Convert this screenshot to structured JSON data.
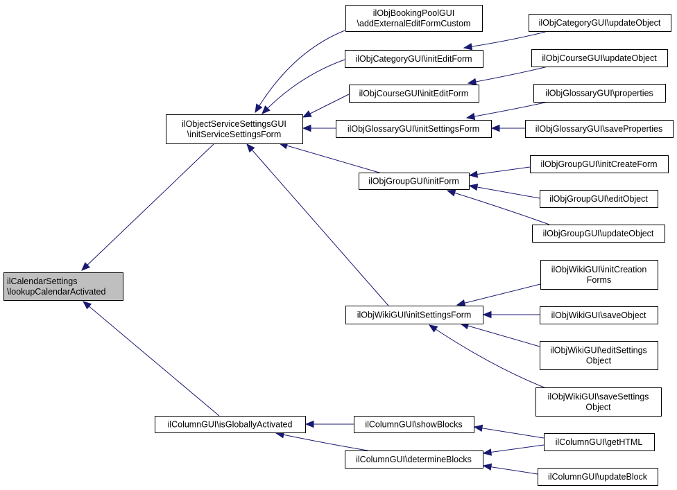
{
  "diagram": {
    "type": "call-graph",
    "edge_color": "#191970",
    "root_fill": "#bfbfbf",
    "nodes": [
      {
        "id": "root",
        "lines": [
          "ilCalendarSettings",
          "\\lookupCalendarActivated"
        ],
        "highlighted": true
      },
      {
        "id": "oss",
        "lines": [
          "ilObjectServiceSettingsGUI",
          "\\initServiceSettingsForm"
        ]
      },
      {
        "id": "colact",
        "lines": [
          "ilColumnGUI\\isGloballyActivated"
        ]
      },
      {
        "id": "booking",
        "lines": [
          "ilObjBookingPoolGUI",
          "\\addExternalEditFormCustom"
        ]
      },
      {
        "id": "catinit",
        "lines": [
          "ilObjCategoryGUI\\initEditForm"
        ]
      },
      {
        "id": "courseinit",
        "lines": [
          "ilObjCourseGUI\\initEditForm"
        ]
      },
      {
        "id": "glossinit",
        "lines": [
          "ilObjGlossaryGUI\\initSettingsForm"
        ]
      },
      {
        "id": "groupinit",
        "lines": [
          "ilObjGroupGUI\\initForm"
        ]
      },
      {
        "id": "wikiinit",
        "lines": [
          "ilObjWikiGUI\\initSettingsForm"
        ]
      },
      {
        "id": "catupd",
        "lines": [
          "ilObjCategoryGUI\\updateObject"
        ]
      },
      {
        "id": "courseupd",
        "lines": [
          "ilObjCourseGUI\\updateObject"
        ]
      },
      {
        "id": "glossprop",
        "lines": [
          "ilObjGlossaryGUI\\properties"
        ]
      },
      {
        "id": "glosssave",
        "lines": [
          "ilObjGlossaryGUI\\saveProperties"
        ]
      },
      {
        "id": "groupcreate",
        "lines": [
          "ilObjGroupGUI\\initCreateForm"
        ]
      },
      {
        "id": "groupedit",
        "lines": [
          "ilObjGroupGUI\\editObject"
        ]
      },
      {
        "id": "groupupd",
        "lines": [
          "ilObjGroupGUI\\updateObject"
        ]
      },
      {
        "id": "wikicreate",
        "lines": [
          "ilObjWikiGUI\\initCreation",
          "Forms"
        ]
      },
      {
        "id": "wikisave",
        "lines": [
          "ilObjWikiGUI\\saveObject"
        ]
      },
      {
        "id": "wikiedit",
        "lines": [
          "ilObjWikiGUI\\editSettings",
          "Object"
        ]
      },
      {
        "id": "wikisaveset",
        "lines": [
          "ilObjWikiGUI\\saveSettings",
          "Object"
        ]
      },
      {
        "id": "colshow",
        "lines": [
          "ilColumnGUI\\showBlocks"
        ]
      },
      {
        "id": "coldet",
        "lines": [
          "ilColumnGUI\\determineBlocks"
        ]
      },
      {
        "id": "colhtml",
        "lines": [
          "ilColumnGUI\\getHTML"
        ]
      },
      {
        "id": "colupd",
        "lines": [
          "ilColumnGUI\\updateBlock"
        ]
      }
    ],
    "edges": [
      {
        "from": "oss",
        "to": "root"
      },
      {
        "from": "colact",
        "to": "root"
      },
      {
        "from": "booking",
        "to": "oss"
      },
      {
        "from": "catinit",
        "to": "oss"
      },
      {
        "from": "courseinit",
        "to": "oss"
      },
      {
        "from": "glossinit",
        "to": "oss"
      },
      {
        "from": "groupinit",
        "to": "oss"
      },
      {
        "from": "wikiinit",
        "to": "oss"
      },
      {
        "from": "catupd",
        "to": "catinit"
      },
      {
        "from": "courseupd",
        "to": "courseinit"
      },
      {
        "from": "glossprop",
        "to": "glossinit"
      },
      {
        "from": "glosssave",
        "to": "glossinit"
      },
      {
        "from": "groupcreate",
        "to": "groupinit"
      },
      {
        "from": "groupedit",
        "to": "groupinit"
      },
      {
        "from": "groupupd",
        "to": "groupinit"
      },
      {
        "from": "wikicreate",
        "to": "wikiinit"
      },
      {
        "from": "wikisave",
        "to": "wikiinit"
      },
      {
        "from": "wikiedit",
        "to": "wikiinit"
      },
      {
        "from": "wikisaveset",
        "to": "wikiinit"
      },
      {
        "from": "colshow",
        "to": "colact"
      },
      {
        "from": "coldet",
        "to": "colact"
      },
      {
        "from": "colhtml",
        "to": "colshow"
      },
      {
        "from": "colhtml",
        "to": "coldet"
      },
      {
        "from": "colupd",
        "to": "coldet"
      }
    ]
  }
}
